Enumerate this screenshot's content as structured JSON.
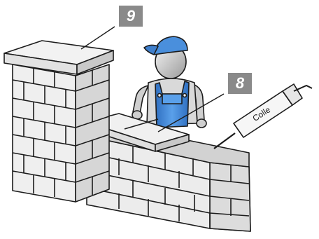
{
  "callouts": [
    {
      "number": "9"
    },
    {
      "number": "8"
    }
  ],
  "tube_label": "Colle",
  "colors": {
    "badge": "#8a8a8a",
    "stone": "#ececec",
    "stone_shade": "#d2d2d2",
    "outline": "#1c1c1c",
    "overalls": "#3f86d6",
    "cap": "#4a8fdc",
    "skin": "#cfcfcf"
  }
}
